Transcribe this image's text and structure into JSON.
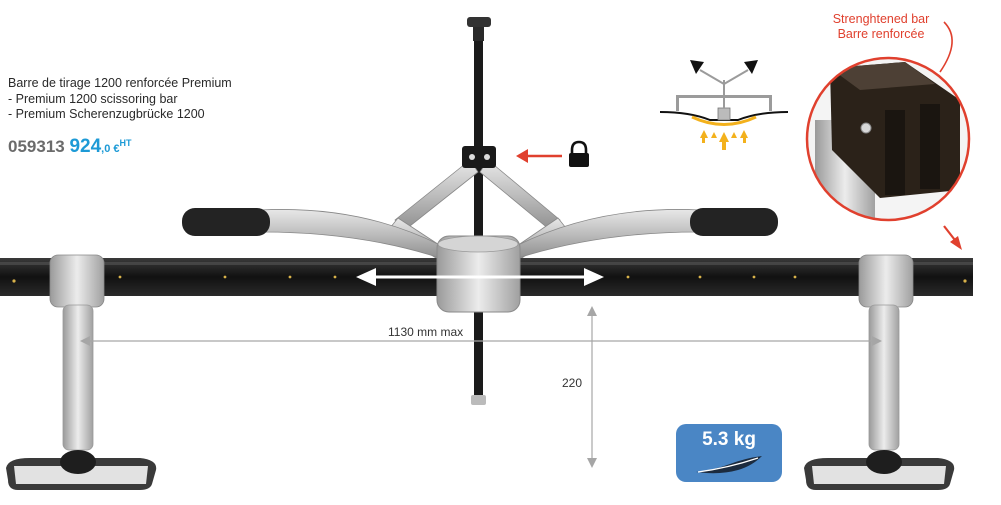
{
  "product": {
    "title": "Barre de tirage 1200 renforcée Premium",
    "subtitle_en": "- Premium 1200 scissoring bar",
    "subtitle_de": "- Premium Scherenzugbrücke 1200",
    "reference": "059313",
    "price_value": "924",
    "price_cents": ",0 €",
    "price_tax": "HT"
  },
  "zoom_callout": {
    "line1": "Strenghtened bar",
    "line2": "Barre renforcée"
  },
  "dimensions": {
    "width_label": "1130 mm max",
    "height_label": "220"
  },
  "weight": {
    "label": "5.3 kg",
    "icon": "feather-icon"
  },
  "icons": {
    "lock": "lock-icon",
    "lifting_diagram": "pull-diagram-icon"
  },
  "colors": {
    "price_blue": "#1d9ad6",
    "callout_red": "#e0402e",
    "badge_blue": "#4a86c5",
    "arrow_yellow": "#f3b11c"
  }
}
